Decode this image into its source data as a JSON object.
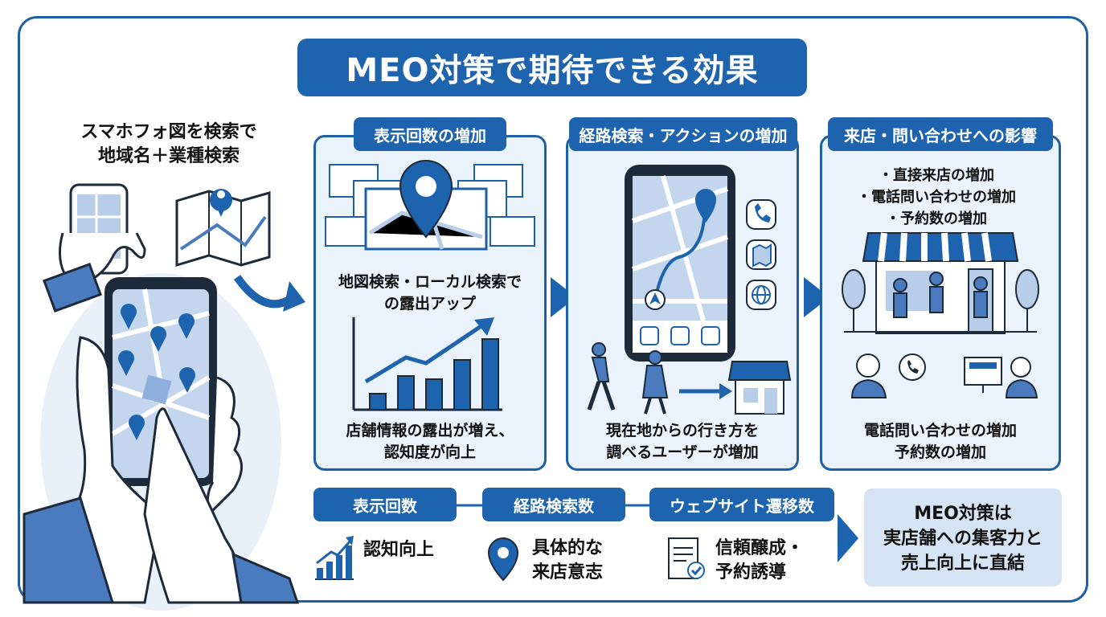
{
  "title": "MEO対策で期待できる効果",
  "left": {
    "line1": "スマホフォ図を検索で",
    "line2": "地域名＋業種検索"
  },
  "panels": [
    {
      "header": "表示回数の増加",
      "text_top_1": "地図検索・ローカル検索で",
      "text_top_2": "の露出アップ",
      "text_bottom_1": "店舗情報の露出が増え、",
      "text_bottom_2": "認知度が向上"
    },
    {
      "header": "経路検索・アクションの増加",
      "text_bottom_1": "現在地からの行き方を",
      "text_bottom_2": "調べるユーザーが増加"
    },
    {
      "header": "来店・問い合わせへの影響",
      "bullets": [
        "・直接来店の増加",
        "・電話問い合わせの増加",
        "・予約数の増加"
      ],
      "text_bottom_1": "電話問い合わせの増加",
      "text_bottom_2": "予約数の増加"
    }
  ],
  "metrics": [
    {
      "label": "表示回数",
      "desc_1": "認知向上",
      "desc_2": ""
    },
    {
      "label": "経路検索数",
      "desc_1": "具体的な",
      "desc_2": "来店意志"
    },
    {
      "label": "ウェブサイト遷移数",
      "desc_1": "信頼醸成・",
      "desc_2": "予約誘導"
    }
  ],
  "conclusion": {
    "line1": "MEO対策は",
    "line2": "実店舗への集客力と",
    "line3": "売上向上に直結"
  },
  "icons": {
    "left": [
      "smartphone-icon",
      "hand-icon",
      "folded-map-icon",
      "map-pin-icon"
    ],
    "panel1": [
      "browser-window-icon",
      "map-pin-icon",
      "bar-chart-icon",
      "trend-arrow-icon"
    ],
    "panel2": [
      "smartphone-icon",
      "route-icon",
      "phone-icon",
      "map-icon",
      "globe-icon",
      "walking-person-icon",
      "storefront-icon"
    ],
    "panel3": [
      "storefront-icon",
      "person-icon",
      "tree-icon",
      "phone-call-icon",
      "computer-icon"
    ],
    "metrics": [
      "growth-chart-icon",
      "map-pin-icon",
      "checklist-icon"
    ]
  },
  "colors": {
    "primary": "#1e63ad",
    "light": "#eaf2fb",
    "conclusion_bg": "#d5e3f3"
  }
}
